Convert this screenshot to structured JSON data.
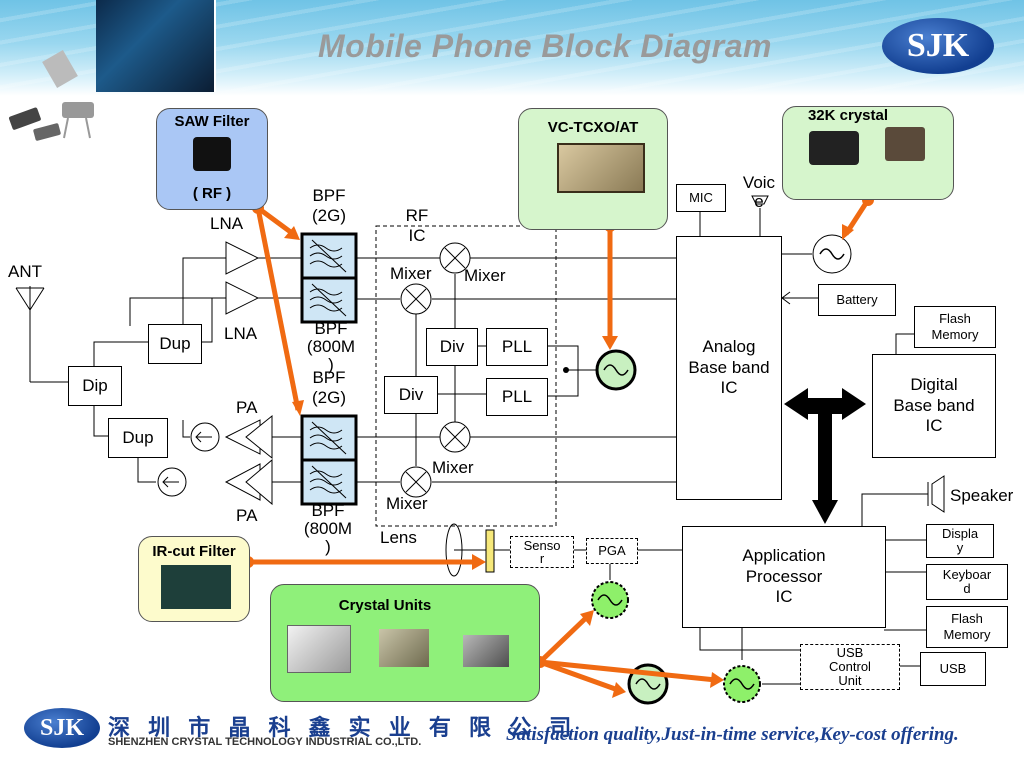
{
  "header": {
    "title": "Mobile Phone Block Diagram",
    "logo_text": "SJK"
  },
  "callouts": {
    "saw": {
      "title": "SAW Filter",
      "sub": "( RF )"
    },
    "tcxo": {
      "title": "VC-TCXO/AT"
    },
    "k32": {
      "title": "32K crystal"
    },
    "ircut": {
      "title": "IR-cut Filter"
    },
    "crystal_units": {
      "title": "Crystal Units"
    }
  },
  "blocks": {
    "ant": "ANT",
    "dip": "Dip",
    "dup1": "Dup",
    "dup2": "Dup",
    "lna1": "LNA",
    "lna2": "LNA",
    "pa1": "PA",
    "pa2": "PA",
    "bpf1": "BPF\n(2G)",
    "bpf2": "BPF\n(800M\n)",
    "bpf3": "BPF\n(2G)",
    "bpf4": "BPF\n(800M\n)",
    "rf_ic": "RF\nIC",
    "mixer1": "Mixer",
    "mixer2": "Mixer",
    "mixer3": "Mixer",
    "mixer4": "Mixer",
    "div1": "Div",
    "div2": "Div",
    "pll1": "PLL",
    "pll2": "PLL",
    "mic": "MIC",
    "voice": "Voic\ne",
    "analog_bb": "Analog\nBase band\nIC",
    "battery": "Battery",
    "flash1": "Flash\nMemory",
    "digital_bb": "Digital\nBase band\nIC",
    "speaker": "Speaker",
    "display": "Displa\ny",
    "keyboard": "Keyboar\nd",
    "flash2": "Flash\nMemory",
    "usb": "USB",
    "usb_ctrl": "USB\nControl\nUnit",
    "app_proc": "Application\nProcessor\nIC",
    "pga": "PGA",
    "lens": "Lens",
    "sensor": "Senso\nr"
  },
  "footer": {
    "logo_text": "SJK",
    "company_cn": "深 圳 市 晶 科 鑫 实 业 有 限 公 司",
    "company_en": "SHENZHEN CRYSTAL TECHNOLOGY INDUSTRIAL CO.,LTD.",
    "slogan": "Satisfaction quality,Just-in-time service,Key-cost offering."
  },
  "colors": {
    "arrow": "#f06a12",
    "saw_bg": "#aac7f5",
    "green_bg": "#d6f5cc",
    "crystal_units_bg": "#8ff07a",
    "ircut_bg": "#fdfbcc",
    "brand_blue": "#1a3f8f"
  }
}
